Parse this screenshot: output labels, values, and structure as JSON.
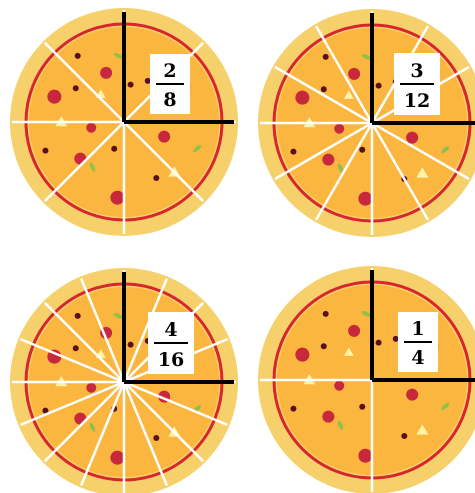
{
  "colors": {
    "crust": "#F6D06A",
    "cheese": "#FBB640",
    "sauce_ring": "#D8262E",
    "slice_line": "#FFFFFF",
    "highlight_line": "#000000",
    "pepperoni": "#C8283C",
    "olive": "#5A0F1E",
    "onion": "#FFF3A8",
    "herb": "#8FC04A",
    "label_bg": "#FFFFFF"
  },
  "pizzas": [
    {
      "name": "pizza-eighths",
      "slices": 8,
      "shaded": 2,
      "numerator": "2",
      "denominator": "8"
    },
    {
      "name": "pizza-twelfths",
      "slices": 12,
      "shaded": 3,
      "numerator": "3",
      "denominator": "12"
    },
    {
      "name": "pizza-sixteenths",
      "slices": 16,
      "shaded": 4,
      "numerator": "4",
      "denominator": "16"
    },
    {
      "name": "pizza-fourths",
      "slices": 4,
      "shaded": 1,
      "numerator": "1",
      "denominator": "4"
    }
  ]
}
